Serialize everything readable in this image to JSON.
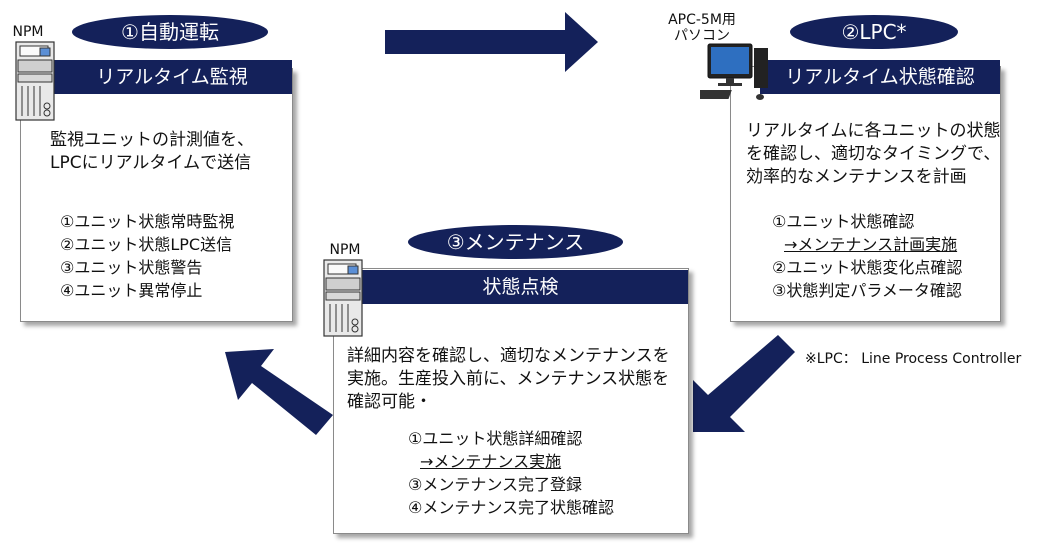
{
  "step1": {
    "pill": "①自動運転",
    "device_label": "NPM",
    "header": "リアルタイム監視",
    "desc": [
      "監視ユニットの計測値を、",
      "LPCにリアルタイムで送信"
    ],
    "items": [
      "①ユニット状態常時監視",
      "②ユニット状態LPC送信",
      "③ユニット状態警告",
      "④ユニット異常停止"
    ]
  },
  "step2": {
    "pill": "②LPC*",
    "device_label": [
      "APC-5M用",
      "パソコン"
    ],
    "header": "リアルタイム状態確認",
    "desc": [
      "リアルタイムに各ユニットの状態",
      "を確認し、適切なタイミングで、",
      "効率的なメンテナンスを計画"
    ],
    "items": [
      "①ユニット状態確認",
      "→メンテナンス計画実施",
      "②ユニット状態変化点確認",
      "③状態判定パラメータ確認"
    ]
  },
  "step3": {
    "pill": "③メンテナンス",
    "device_label": "NPM",
    "header": "状態点検",
    "desc": [
      "詳細内容を確認し、適切なメンテナンスを",
      "実施。生産投入前に、メンテナンス状態を",
      "確認可能・"
    ],
    "items": [
      "①ユニット状態詳細確認",
      "→メンテナンス実施",
      "③メンテナンス完了登録",
      "④メンテナンス完了状態確認"
    ]
  },
  "footnote": "※LPC： Line Process Controller",
  "colors": {
    "navy": "#14215a",
    "border": "#8a8a8a"
  }
}
